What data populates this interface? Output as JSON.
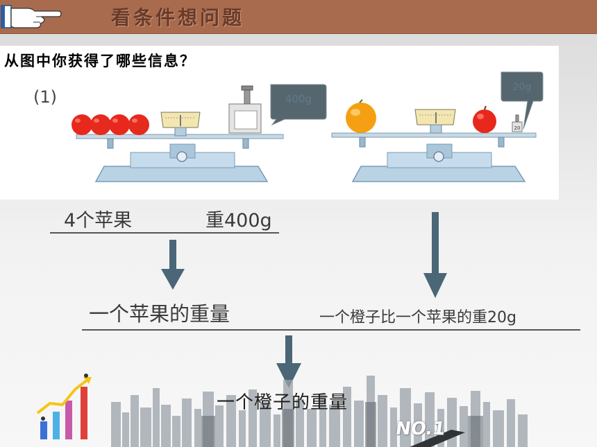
{
  "header": {
    "title": "看条件想问题"
  },
  "question": "从图中你获得了哪些信息？",
  "figure": {
    "number_label": "(1)",
    "left_bubble": "400g",
    "right_bubble": "20g",
    "weight_small_label": "20"
  },
  "condition_left": {
    "subject": "4个苹果",
    "weight": "重400g"
  },
  "step_left": "一个苹果的重量",
  "condition_right": "一个橙子比一个苹果的重20g",
  "result": "一个橙子的重量",
  "badge": "NO.1",
  "colors": {
    "title_bar": "#a86b4e",
    "arrow": "#4a6677",
    "apple": "#e8281c",
    "orange": "#f5a012",
    "scale": "#bfd8ea"
  }
}
